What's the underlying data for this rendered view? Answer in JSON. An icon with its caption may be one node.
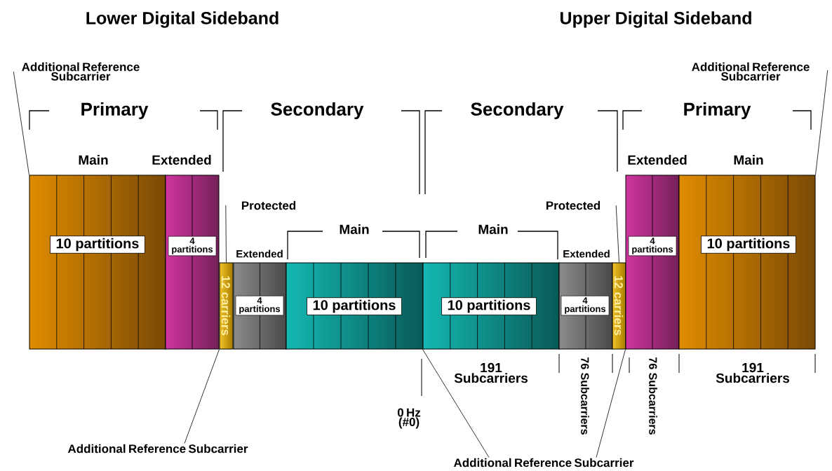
{
  "diagram": {
    "nodes": [
      {
        "text": [
          "10 partitions"
        ]
      },
      {
        "text": [
          "4 partitions"
        ]
      },
      {
        "text": [
          "12 carriers"
        ]
      },
      {
        "text": [
          "4 partitions"
        ]
      },
      {
        "text": [
          "10 partitions"
        ]
      },
      {
        "text": [
          "10 partitions"
        ]
      },
      {
        "text": [
          "4 partitions"
        ]
      },
      {
        "text": [
          "12 carriers"
        ]
      },
      {
        "text": [
          "4 partitions"
        ]
      },
      {
        "text": [
          "10 partitions"
        ]
      },
      {
        "text": [
          "Additional Reference Subcarrier"
        ]
      },
      {
        "text": [
          "Additional Reference Subcarrier"
        ]
      },
      {
        "text": [
          "Protected"
        ]
      },
      {
        "text": [
          "Protected"
        ]
      },
      {
        "text": [
          "Additional Reference Subcarrier"
        ]
      },
      {
        "text": [
          "Additional Reference Subcarrier"
        ]
      }
    ],
    "edges": [
      {
        "from": 10,
        "to": 0,
        "arrow": "none"
      },
      {
        "from": 11,
        "to": 9,
        "arrow": "none"
      },
      {
        "from": 12,
        "to": 2,
        "arrow": "none"
      },
      {
        "from": 13,
        "to": 7,
        "arrow": "none"
      },
      {
        "from": 14,
        "to": 2,
        "arrow": "none"
      },
      {
        "from": 15,
        "to": 5,
        "arrow": "none"
      },
      {
        "from": 15,
        "to": 8,
        "arrow": "none"
      }
    ],
    "labels": [
      "Lower Digital Sideband",
      "Upper Digital Sideband",
      "Primary",
      "Secondary",
      "Secondary",
      "Primary",
      "Main",
      "Extended",
      "Extended",
      "Main",
      "Main",
      "Main",
      "Extended",
      "Extended",
      "191 Subcarriers",
      "76 Subcarriers",
      "76 Subcarriers",
      "191 Subcarriers",
      "0 Hz (#0)"
    ]
  }
}
